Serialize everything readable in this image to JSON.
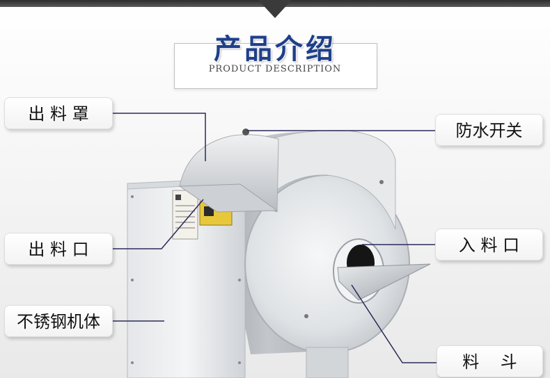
{
  "header": {
    "title_cn": "产品介绍",
    "title_en": "PRODUCT DESCRIPTION"
  },
  "callouts": {
    "discharge_cover": "出 料 罩",
    "discharge_port": "出 料 口",
    "body": "不锈钢机体",
    "waterproof_switch": "防水开关",
    "inlet": "入 料 口",
    "hopper": "料    斗"
  },
  "colors": {
    "title_blue": "#1e3f8a",
    "leader_line": "#2a2a5a",
    "steel": "#c9cdd2"
  }
}
